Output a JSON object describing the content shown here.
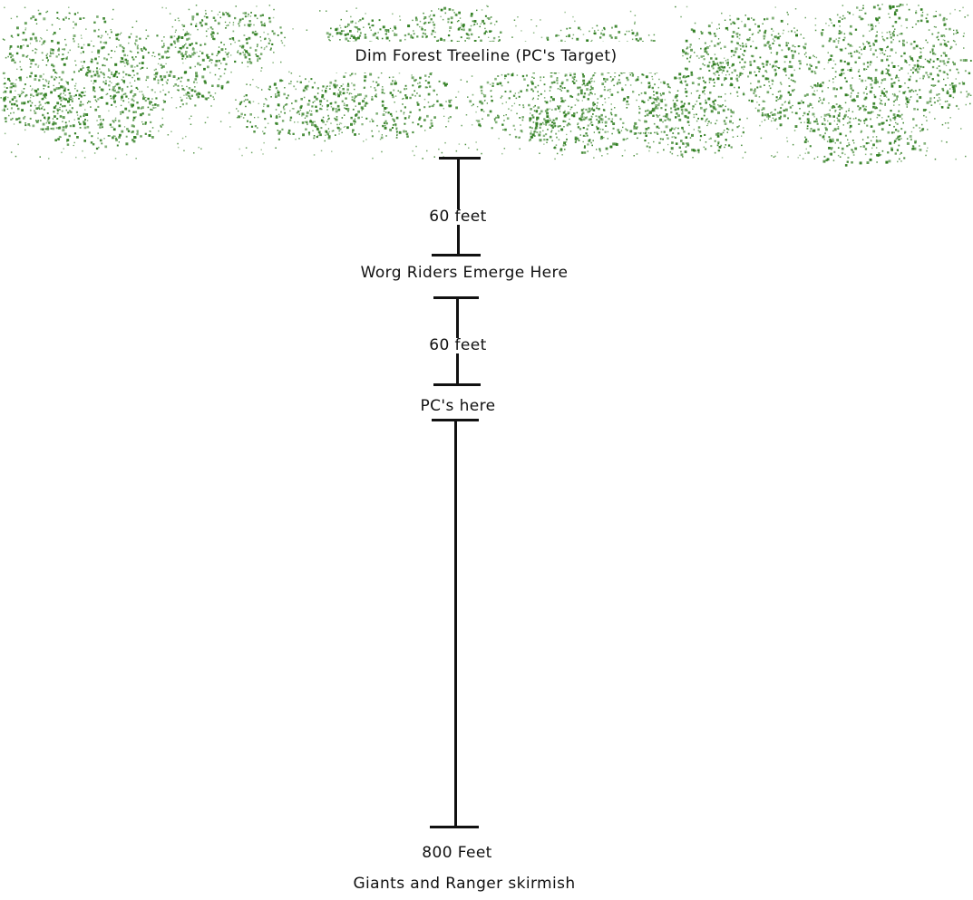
{
  "forest": {
    "label": "Dim Forest Treeline (PC's Target)",
    "foliage_color": "#2e7d1f",
    "foliage_icon": "foliage-dots"
  },
  "segments": [
    {
      "distance_label": "60 feet",
      "end_label": "Worg Riders Emerge Here"
    },
    {
      "distance_label": "60 feet",
      "end_label": "PC's here"
    },
    {
      "distance_label": "800 Feet",
      "end_label": "Giants and Ranger skirmish"
    }
  ],
  "colors": {
    "line": "#111111",
    "background": "#ffffff"
  }
}
